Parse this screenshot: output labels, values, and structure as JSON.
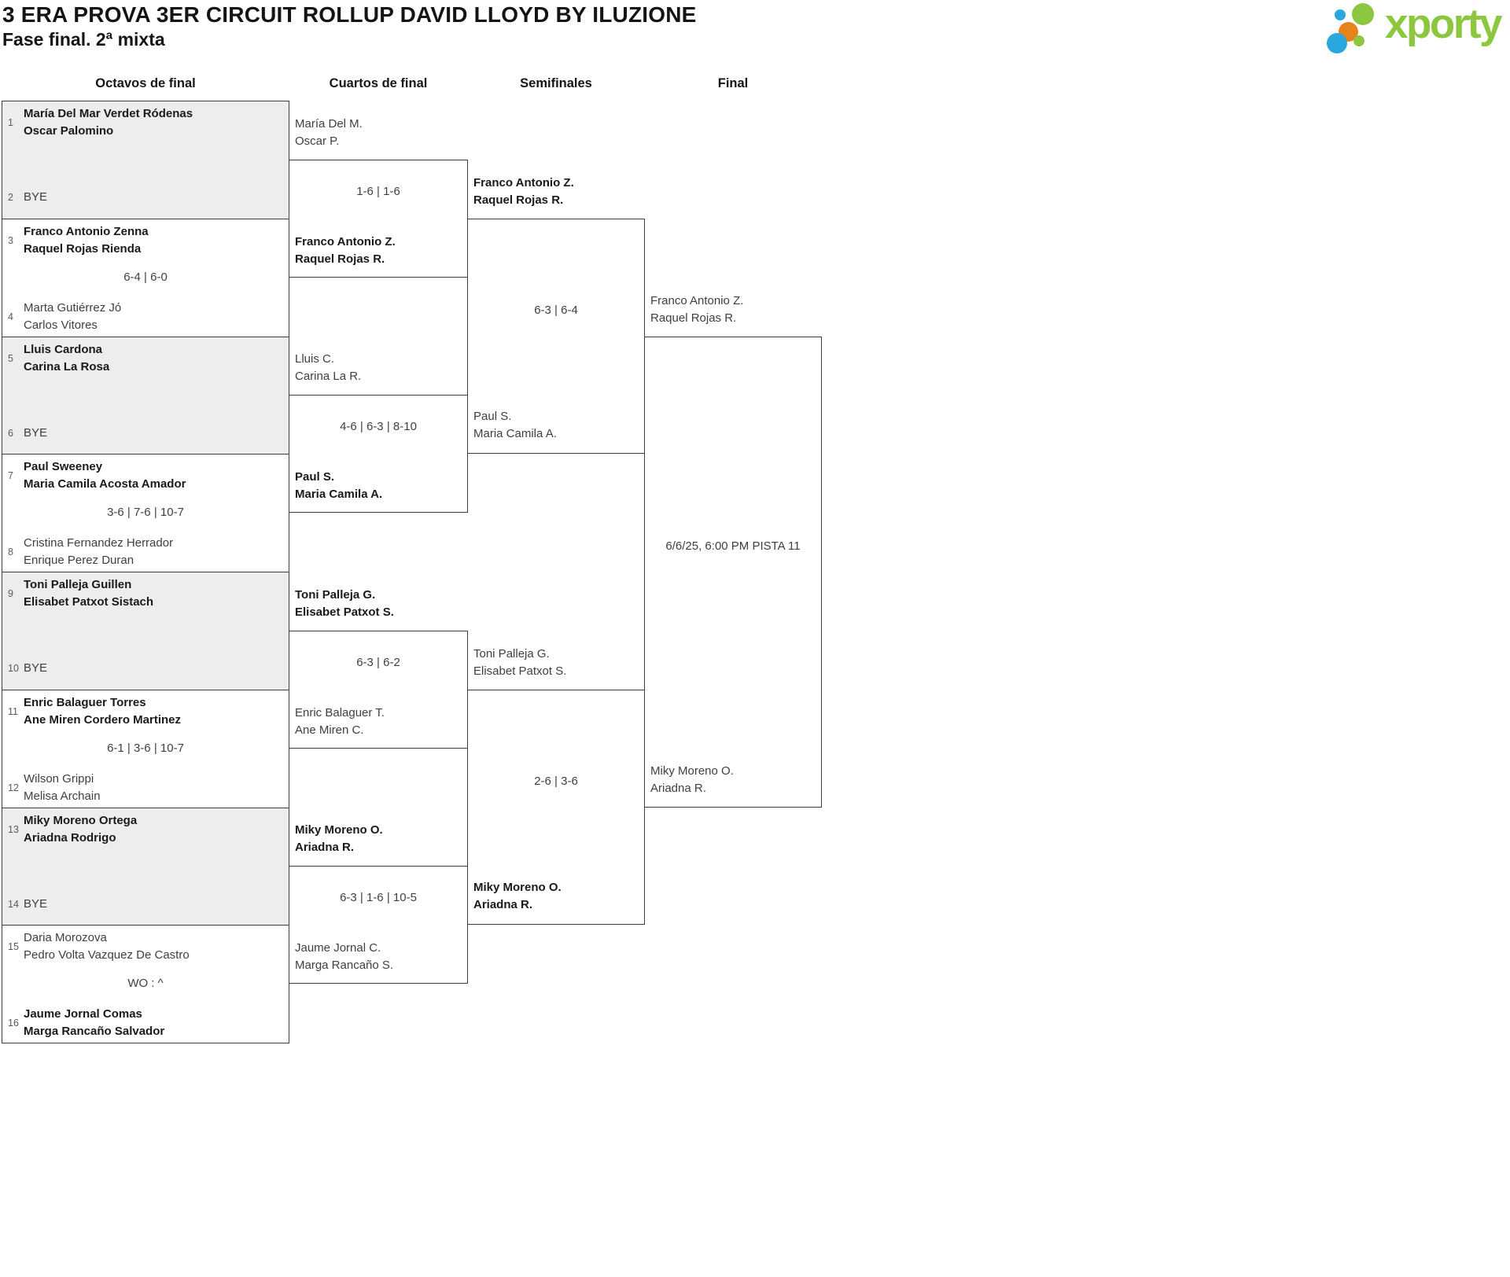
{
  "title": "3 ERA PROVA 3ER CIRCUIT ROLLUP DAVID LLOYD BY ILUZIONE",
  "subtitle": "Fase final. 2ª mixta",
  "logo": {
    "brand": "xporty"
  },
  "colors": {
    "accent_green": "#8dc63f",
    "accent_blue": "#29a8e0",
    "accent_orange": "#e8821d",
    "bye_fill": "#ededed",
    "line": "#3d3d3d"
  },
  "round_headers": [
    "Octavos de final",
    "Cuartos de final",
    "Semifinales",
    "Final"
  ],
  "octavos": [
    {
      "seed_top": "1",
      "team_top": [
        "María Del Mar Verdet Ródenas",
        "Oscar Palomino"
      ],
      "seed_bottom": "2",
      "team_bottom": [
        "BYE"
      ]
    },
    {
      "seed_top": "3",
      "team_top": [
        "Franco Antonio Zenna",
        "Raquel Rojas Rienda"
      ],
      "score": "6-4 | 6-0",
      "seed_bottom": "4",
      "team_bottom": [
        "Marta Gutiérrez Jó",
        "Carlos Vitores"
      ]
    },
    {
      "seed_top": "5",
      "team_top": [
        "Lluis Cardona",
        "Carina La Rosa"
      ],
      "seed_bottom": "6",
      "team_bottom": [
        "BYE"
      ]
    },
    {
      "seed_top": "7",
      "team_top": [
        "Paul Sweeney",
        "Maria Camila Acosta Amador"
      ],
      "score": "3-6 | 7-6 | 10-7",
      "seed_bottom": "8",
      "team_bottom": [
        "Cristina Fernandez Herrador",
        "Enrique Perez Duran"
      ]
    },
    {
      "seed_top": "9",
      "team_top": [
        "Toni Palleja Guillen",
        "Elisabet Patxot Sistach"
      ],
      "seed_bottom": "10",
      "team_bottom": [
        "BYE"
      ]
    },
    {
      "seed_top": "11",
      "team_top": [
        "Enric Balaguer Torres",
        "Ane Miren Cordero Martinez"
      ],
      "score": "6-1 | 3-6 | 10-7",
      "seed_bottom": "12",
      "team_bottom": [
        "Wilson Grippi",
        "Melisa Archain"
      ]
    },
    {
      "seed_top": "13",
      "team_top": [
        "Miky Moreno Ortega",
        "Ariadna Rodrigo"
      ],
      "seed_bottom": "14",
      "team_bottom": [
        "BYE"
      ]
    },
    {
      "seed_top": "15",
      "team_top": [
        "Daria Morozova",
        "Pedro Volta Vazquez De Castro"
      ],
      "score": "WO : ^",
      "seed_bottom": "16",
      "team_bottom": [
        "Jaume Jornal Comas",
        "Marga Rancaño Salvador"
      ]
    }
  ],
  "cuartos": [
    {
      "team_top": [
        "María Del M.",
        "Oscar P."
      ],
      "score": "1-6 | 1-6",
      "team_bottom": [
        "Franco Antonio Z.",
        "Raquel Rojas R."
      ]
    },
    {
      "team_top": [
        "Lluis C.",
        "Carina La R."
      ],
      "score": "4-6 | 6-3 | 8-10",
      "team_bottom": [
        "Paul S.",
        "Maria Camila A."
      ]
    },
    {
      "team_top": [
        "Toni Palleja G.",
        "Elisabet Patxot S."
      ],
      "score": "6-3 | 6-2",
      "team_bottom": [
        "Enric Balaguer T.",
        "Ane Miren C."
      ]
    },
    {
      "team_top": [
        "Miky Moreno O.",
        "Ariadna R."
      ],
      "score": "6-3 | 1-6 | 10-5",
      "team_bottom": [
        "Jaume Jornal C.",
        "Marga Rancaño S."
      ]
    }
  ],
  "semifinales": [
    {
      "team_top": [
        "Franco Antonio Z.",
        "Raquel Rojas R."
      ],
      "score": "6-3 | 6-4",
      "team_bottom": [
        "Paul S.",
        "Maria Camila A."
      ]
    },
    {
      "team_top": [
        "Toni Palleja G.",
        "Elisabet Patxot S."
      ],
      "score": "2-6 | 3-6",
      "team_bottom": [
        "Miky Moreno O.",
        "Ariadna R."
      ]
    }
  ],
  "final": {
    "team_top": [
      "Franco Antonio Z.",
      "Raquel Rojas R."
    ],
    "info": "6/6/25, 6:00 PM PISTA 11",
    "team_bottom": [
      "Miky Moreno O.",
      "Ariadna R."
    ]
  },
  "winners": {
    "octavos": [
      "top",
      "top",
      "top",
      "top",
      "top",
      "top",
      "top",
      "bottom"
    ],
    "cuartos": [
      "bottom",
      "bottom",
      "top",
      "top"
    ],
    "semifinales": [
      "top",
      "bottom"
    ],
    "final": ""
  }
}
